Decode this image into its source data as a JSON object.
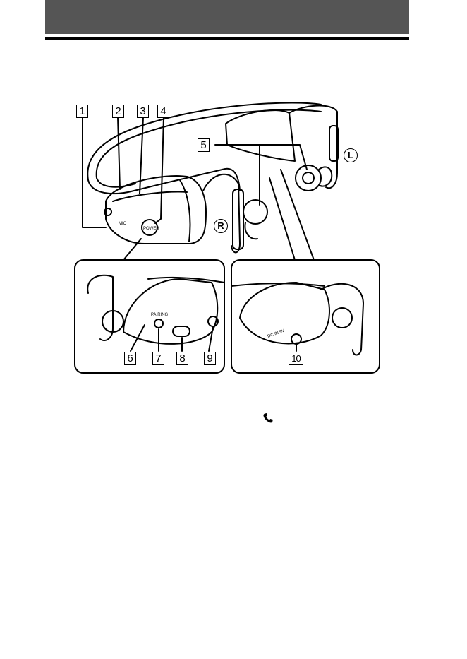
{
  "header": {
    "title": "",
    "bar_color": "#555555"
  },
  "callouts": [
    {
      "id": "c1",
      "label": "1"
    },
    {
      "id": "c2",
      "label": "2"
    },
    {
      "id": "c3",
      "label": "3"
    },
    {
      "id": "c4",
      "label": "4"
    },
    {
      "id": "c5",
      "label": "5"
    },
    {
      "id": "c6",
      "label": "6"
    },
    {
      "id": "c7",
      "label": "7"
    },
    {
      "id": "c8",
      "label": "8"
    },
    {
      "id": "c9",
      "label": "9"
    },
    {
      "id": "c10",
      "label": "10"
    }
  ],
  "side_markers": {
    "left": "L",
    "right": "R"
  },
  "device_labels": {
    "power": "POWER",
    "mic": "MIC",
    "pairing": "PAIRING",
    "charge": "DC IN 5V"
  },
  "icons": {
    "phone": "phone-icon"
  }
}
